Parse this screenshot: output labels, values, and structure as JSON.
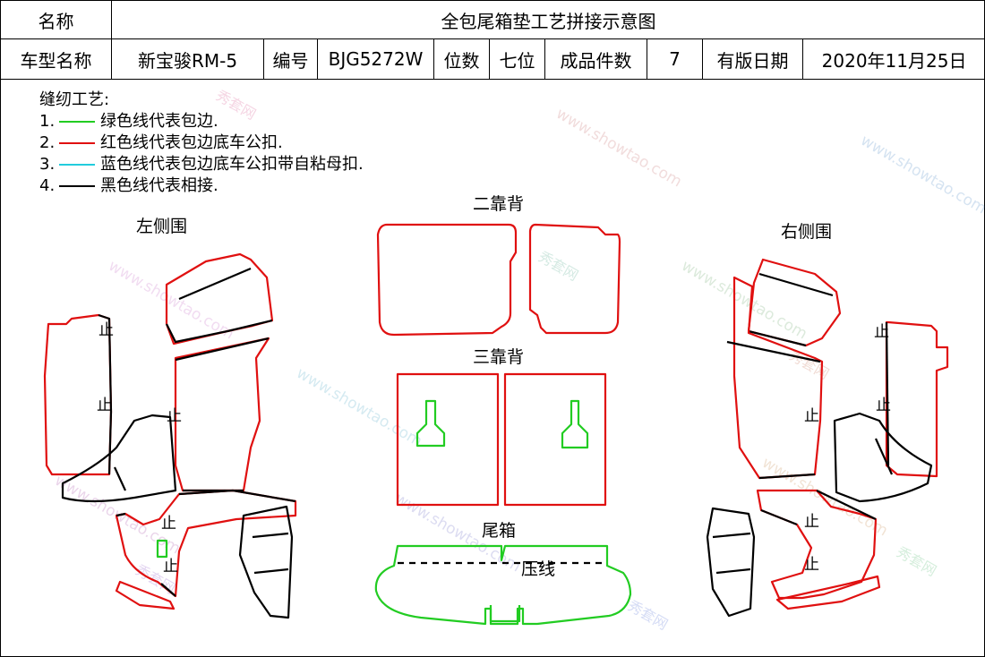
{
  "header": {
    "name_label": "名称",
    "doc_title": "全包尾箱垫工艺拼接示意图",
    "model_label": "车型名称",
    "model_value": "新宝骏RM-5",
    "code_label": "编号",
    "code_value": "BJG5272W",
    "seats_label": "位数",
    "seats_value": "七位",
    "count_label": "成品件数",
    "count_value": "7",
    "date_label": "有版日期",
    "date_value": "2020年11月25日"
  },
  "legend": {
    "title": "缝纫工艺:",
    "items": [
      {
        "num": "1.",
        "color": "#22cc22",
        "text": "绿色线代表包边."
      },
      {
        "num": "2.",
        "color": "#e01010",
        "text": "红色线代表包边底车公扣."
      },
      {
        "num": "3.",
        "color": "#22ccdd",
        "text": "蓝色线代表包边底车公扣带自粘母扣."
      },
      {
        "num": "4.",
        "color": "#000000",
        "text": "黑色线代表相接."
      }
    ]
  },
  "labels": {
    "left_side": "左侧围",
    "right_side": "右侧围",
    "second_back": "二靠背",
    "third_back": "三靠背",
    "trunk": "尾箱",
    "press_line": "压线",
    "stop_mark": "止"
  },
  "watermark": {
    "text_cn": "秀套网",
    "text_url": "www.showtao.com"
  },
  "colors": {
    "red": "#e01010",
    "green": "#22cc22",
    "black": "#000000"
  }
}
